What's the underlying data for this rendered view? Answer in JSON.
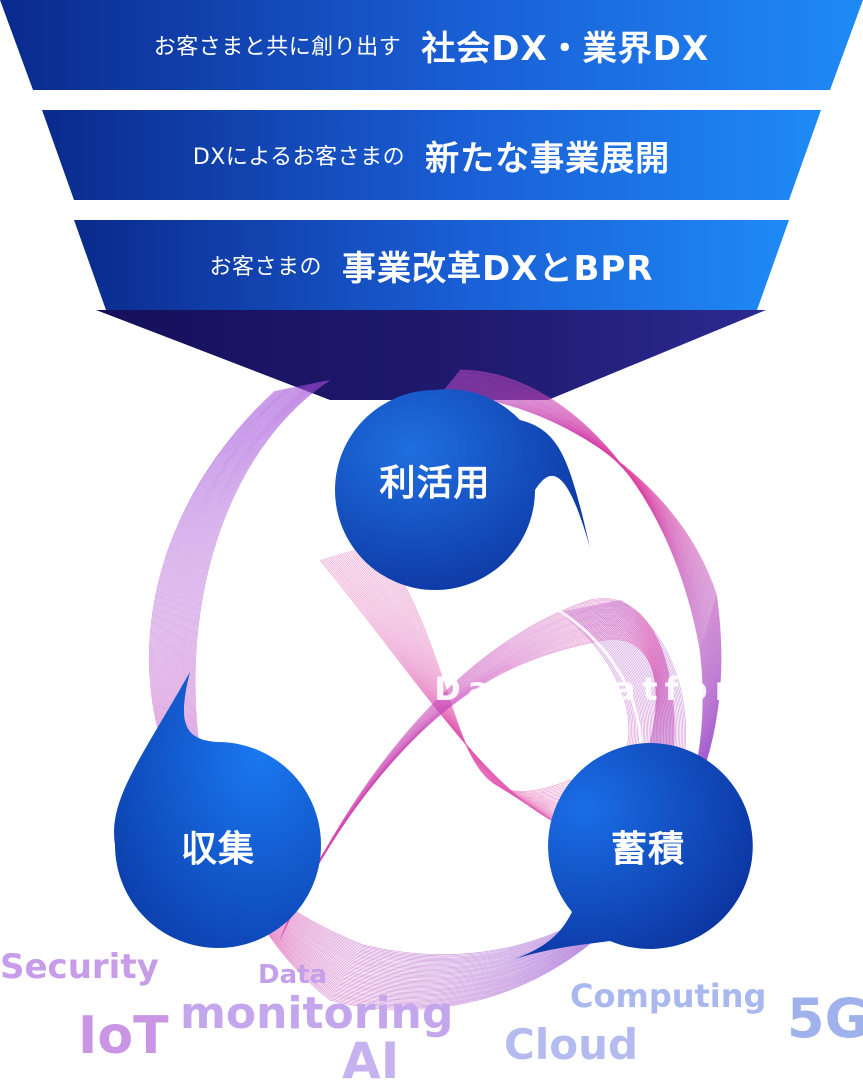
{
  "bands": [
    {
      "small": "お客さまと共に創り出す",
      "large": "社会DX・業界DX"
    },
    {
      "small": "DXによるお客さまの",
      "large": "新たな事業展開"
    },
    {
      "small": "お客さまの",
      "large": "事業改革DXとBPR"
    }
  ],
  "cycle": {
    "top": "利活用",
    "left": "収集",
    "right": "蓄積",
    "center": "Smart Data Platform"
  },
  "keywords": {
    "security": "Security",
    "data": "Data",
    "iot": "IoT",
    "monitoring": "monitoring",
    "ai": "AI",
    "computing": "Computing",
    "cloud": "Cloud",
    "fiveg": "5G"
  },
  "colors": {
    "band_dark": "#0a2a8c",
    "band_light": "#1e8af5",
    "funnel_dark": "#1a1050",
    "ribbon_pink": "#e040a0",
    "ribbon_violet": "#7a4ee0",
    "keyword_violet": "#c59be8",
    "keyword_blue": "#9fb2ec"
  }
}
